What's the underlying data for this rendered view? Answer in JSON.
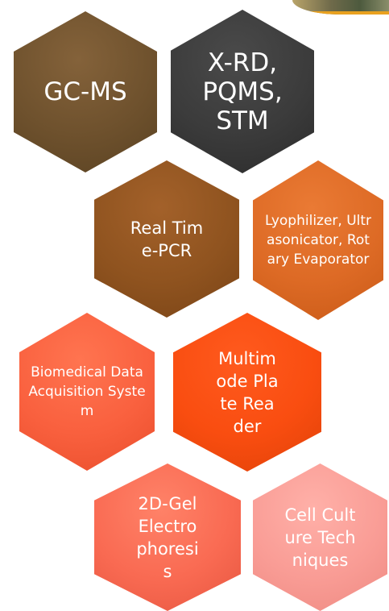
{
  "hexagons": {
    "gc_ms": "GC-MS",
    "xrd": "X-RD,\nPQMS,\nSTM",
    "rt_pcr": "Real Time-PCR",
    "lyophilizer": "Lyophilizer, Ultrasonicator, Rotary Evaporator",
    "biomedical": "Biomedical Data Acquisition System",
    "multimode": "Multimode Plate Reader",
    "gel": "2D-Gel Electrophoresis",
    "cell_culture": "Cell Culture Techniques"
  }
}
